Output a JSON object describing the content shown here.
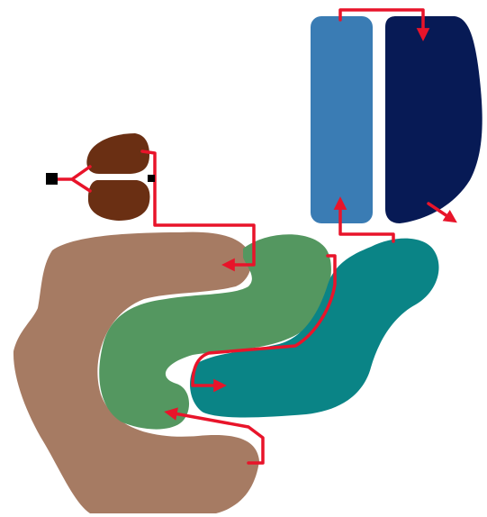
{
  "colors": {
    "background": "#ffffff",
    "tan_region": "#a67b63",
    "green_region": "#549760",
    "teal_region": "#0a8486",
    "light_blue_bar": "#3a7cb4",
    "navy_bar": "#071a55",
    "brown_lobes": "#6a2f13",
    "flow_line": "#e8142a",
    "node_marker": "#000000"
  },
  "shapes": [
    {
      "id": "tan-region",
      "color_key": "tan_region"
    },
    {
      "id": "green-region",
      "color_key": "green_region"
    },
    {
      "id": "teal-region",
      "color_key": "teal_region"
    },
    {
      "id": "light-blue-bar",
      "color_key": "light_blue_bar"
    },
    {
      "id": "navy-bar",
      "color_key": "navy_bar"
    },
    {
      "id": "brown-upper-lobe",
      "color_key": "brown_lobes"
    },
    {
      "id": "brown-lower-lobe",
      "color_key": "brown_lobes"
    }
  ],
  "markers": [
    {
      "id": "left-node",
      "color_key": "node_marker"
    },
    {
      "id": "right-node",
      "color_key": "node_marker"
    }
  ],
  "arrow_count": 6
}
